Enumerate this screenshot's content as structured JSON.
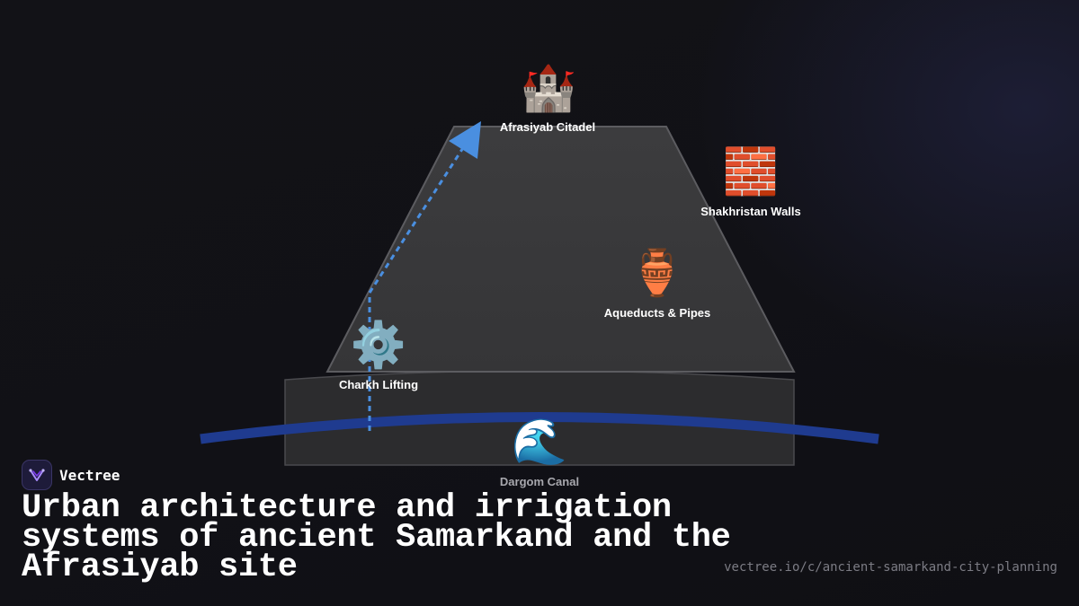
{
  "brand": {
    "name": "Vectree",
    "logo_icon": "vectree-logo-icon",
    "accent_color": "#8b5cf6"
  },
  "title": "Urban architecture and irrigation systems of ancient Samarkand and the Afrasiyab site",
  "url": "vectree.io/c/ancient-samarkand-city-planning",
  "colors": {
    "background": "#111116",
    "trapezoid_fill": "#3a3a3c",
    "trapezoid_stroke": "#5a5a5e",
    "canal": "#1e3a8a",
    "flow_arrow": "#4a90e2"
  },
  "diagram": {
    "nodes": [
      {
        "id": "citadel",
        "label": "Afrasiyab Citadel",
        "icon": "castle-icon",
        "glyph": "🏰"
      },
      {
        "id": "walls",
        "label": "Shakhristan Walls",
        "icon": "brick-wall-icon",
        "glyph": "🧱"
      },
      {
        "id": "aqueducts",
        "label": "Aqueducts & Pipes",
        "icon": "amphora-icon",
        "glyph": "🏺"
      },
      {
        "id": "charkh",
        "label": "Charkh Lifting",
        "icon": "gear-icon",
        "glyph": "⚙️"
      },
      {
        "id": "canal",
        "label": "Dargom Canal",
        "icon": "water-wave-icon",
        "glyph": "🌊"
      }
    ],
    "flow": {
      "from": "canal",
      "to": "citadel",
      "style": "dashed-arrow"
    }
  }
}
